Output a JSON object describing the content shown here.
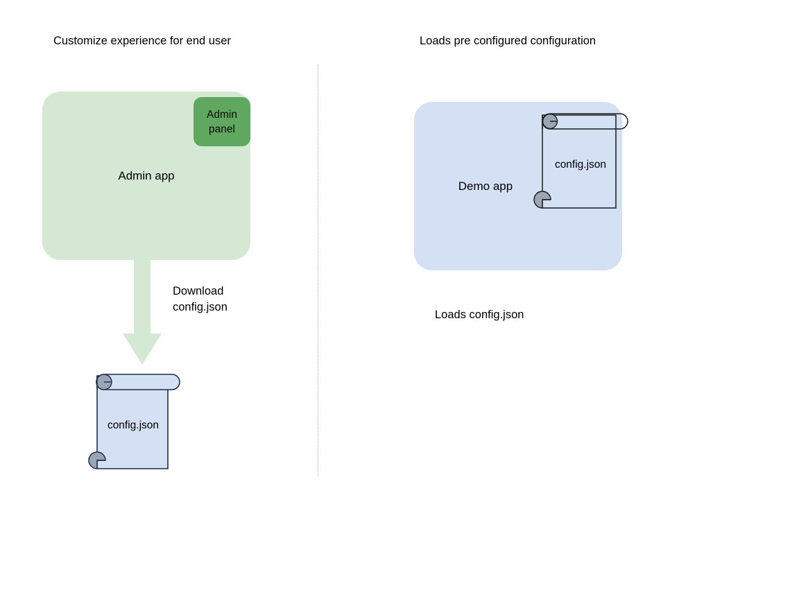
{
  "diagram": {
    "background_color": "#ffffff",
    "columns": [
      {
        "id": "left",
        "title": "Customize experience for end user"
      },
      {
        "id": "right",
        "title": "Loads pre configured configuration"
      }
    ],
    "divider": {
      "style": "dotted",
      "color": "#9a9a9a"
    },
    "left_flow": {
      "app": {
        "label": "Admin app",
        "fill": "#d5e8d4"
      },
      "panel": {
        "label": "Admin\npanel",
        "fill": "#60a85f"
      },
      "arrow": {
        "label": "Download\nconfig.json",
        "fill": "#d5e8d4",
        "direction": "down"
      },
      "document": {
        "label": "config.json",
        "fill": "#d4e1f5",
        "stroke": "#1f2d4d",
        "curl_fill": "#9aa6b4"
      }
    },
    "right_flow": {
      "app": {
        "label": "Demo app",
        "fill": "#d4e1f5"
      },
      "document": {
        "label": "config.json",
        "fill": "none",
        "stroke": "#1a1a1a",
        "curl_fill": "#9aa6b4"
      },
      "caption": "Loads config.json"
    }
  }
}
